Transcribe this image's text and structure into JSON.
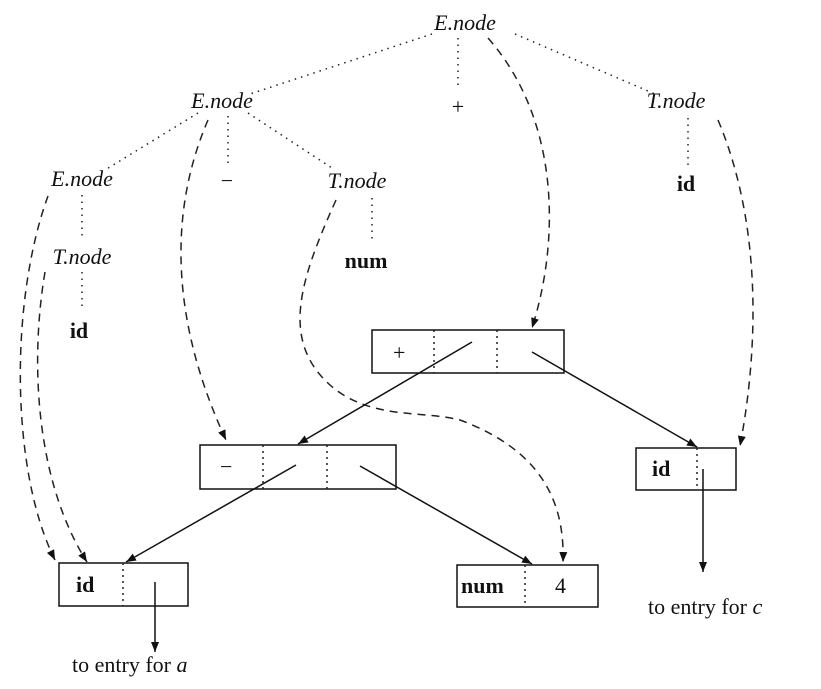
{
  "parse_tree": {
    "root": "E.node",
    "e_mid": "E.node",
    "plus": "+",
    "t_right": "T.node",
    "e_left": "E.node",
    "minus": "−",
    "t_mid": "T.node",
    "id_right": "id",
    "t_left": "T.node",
    "num": "num",
    "id_left": "id"
  },
  "syntax_tree": {
    "plus_node": {
      "op": "+"
    },
    "minus_node": {
      "op": "−"
    },
    "id_c_node": {
      "label": "id"
    },
    "id_a_node": {
      "label": "id"
    },
    "num_node": {
      "label": "num",
      "value": "4"
    }
  },
  "captions": {
    "entry_a_prefix": "to entry for ",
    "entry_a_var": "a",
    "entry_c_prefix": "to entry for ",
    "entry_c_var": "c"
  }
}
